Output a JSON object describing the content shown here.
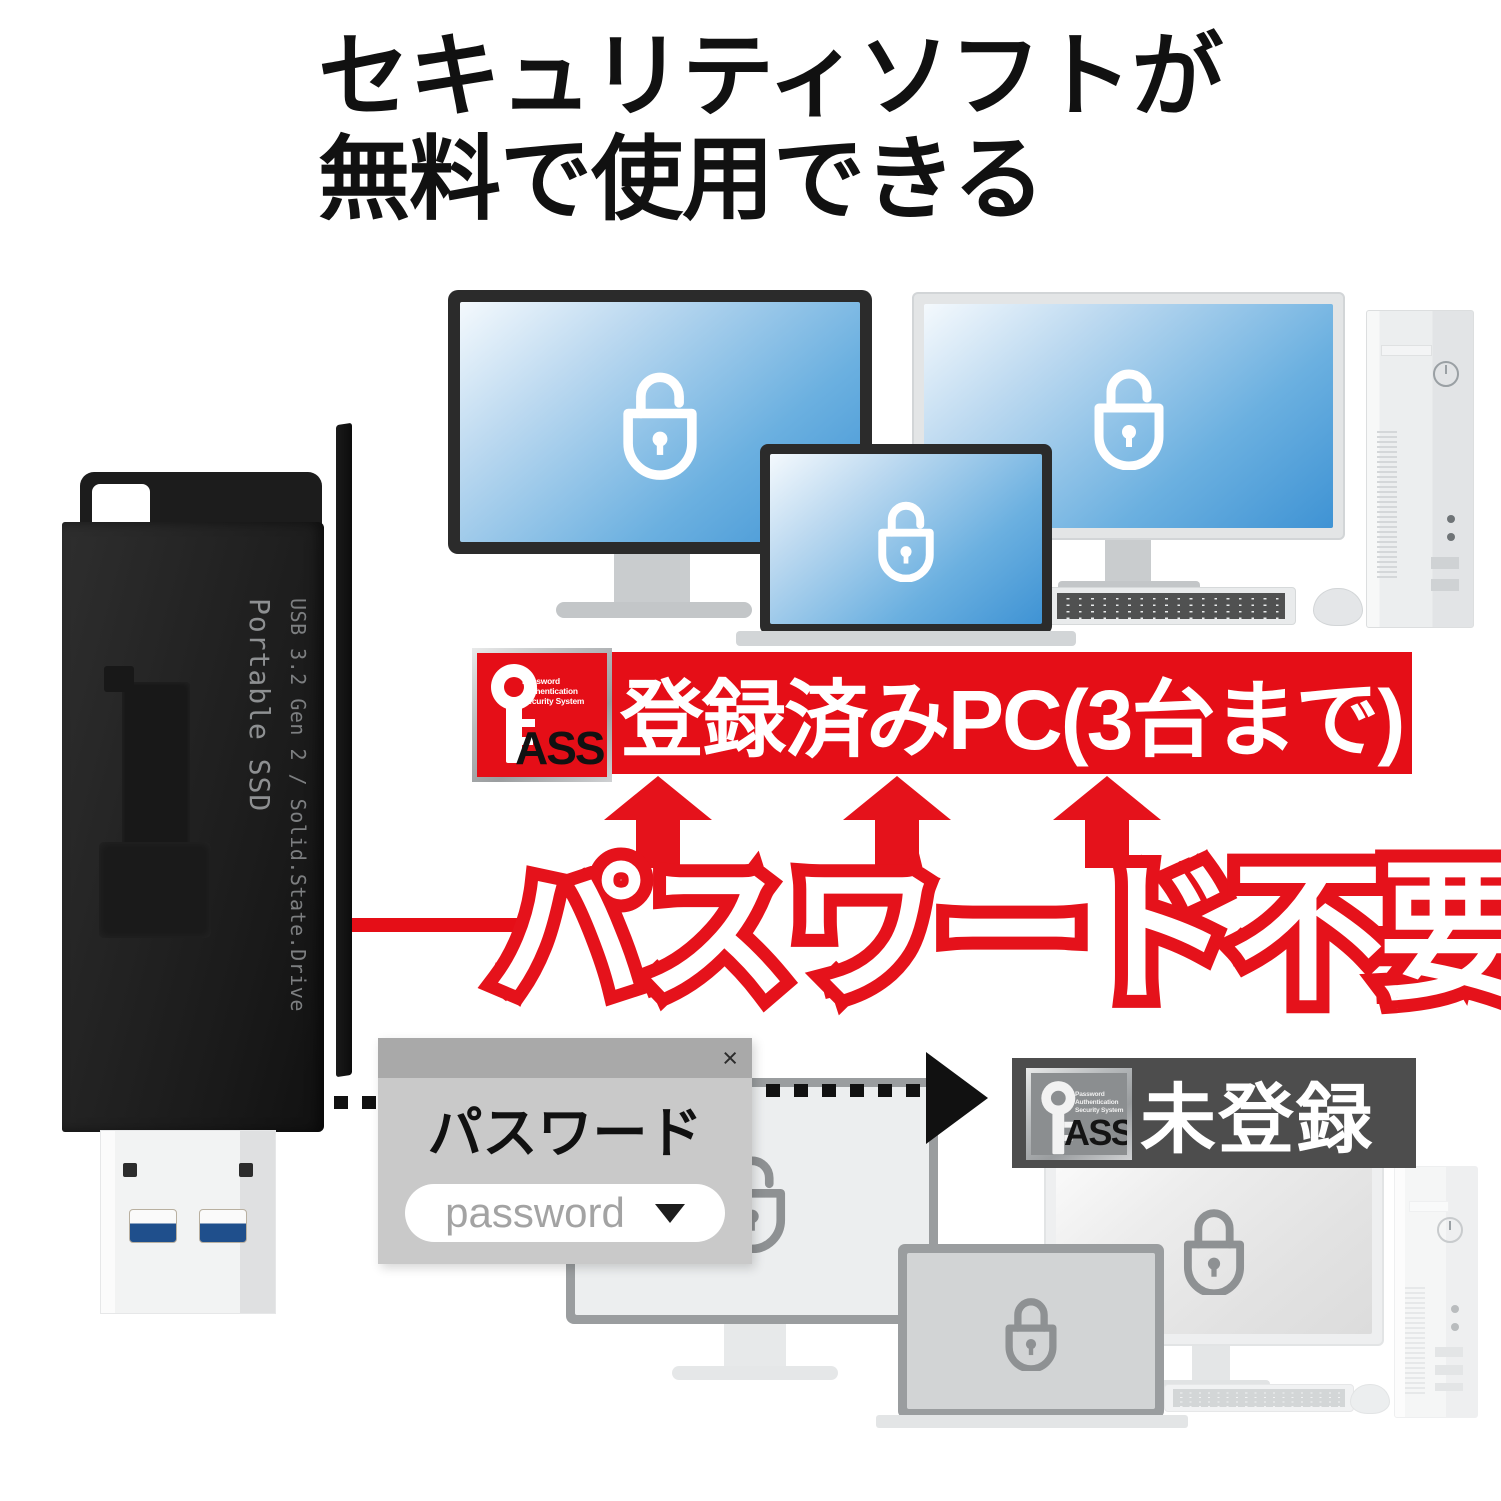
{
  "headline": {
    "line1": "セキュリティソフトが",
    "line2": "無料で使用できる",
    "text": "セキュリティソフトが\n無料で使用できる"
  },
  "colors": {
    "red": "#E50E17",
    "hero_red": "#E5121B",
    "dark_badge": "#4D4D4D",
    "screen_blue": "#3F93D4",
    "ssd_black": "#1C1C1C"
  },
  "product": {
    "name": "Portable SSD",
    "spec": "USB 3.2 Gen 2 / Solid.State.Drive",
    "connector": "usb-a-connector"
  },
  "registered_banner": {
    "text": "登録済みPC(3台まで)",
    "logo": {
      "wordmark_p": "P",
      "wordmark_rest": "ASS",
      "tagline_line1": "Password",
      "tagline_line2": "Authentication",
      "tagline_line3": "Security System"
    }
  },
  "hero": {
    "text": "パスワード不要"
  },
  "dialog": {
    "close_label": "×",
    "field_label": "パスワード",
    "input_placeholder": "password",
    "dropdown_icon": "chevron-down-icon"
  },
  "unregistered_badge": {
    "text": "未登録",
    "logo": {
      "wordmark_p": "P",
      "wordmark_rest": "ASS",
      "tagline_line1": "Password",
      "tagline_line2": "Authentication",
      "tagline_line3": "Security System"
    }
  },
  "devices": {
    "registered": [
      {
        "type": "desktop-monitor",
        "lock_state": "unlocked"
      },
      {
        "type": "laptop",
        "lock_state": "unlocked"
      },
      {
        "type": "wide-monitor",
        "lock_state": "unlocked"
      },
      {
        "type": "tower-pc",
        "lock_state": "none"
      }
    ],
    "unregistered": [
      {
        "type": "desktop-monitor",
        "lock_state": "unlocked"
      },
      {
        "type": "laptop",
        "lock_state": "locked"
      },
      {
        "type": "wide-monitor",
        "lock_state": "locked"
      },
      {
        "type": "tower-pc",
        "lock_state": "none"
      }
    ]
  },
  "arrows": {
    "up_arrow_count": 3,
    "flow_arrow": "triangle-right-icon"
  }
}
